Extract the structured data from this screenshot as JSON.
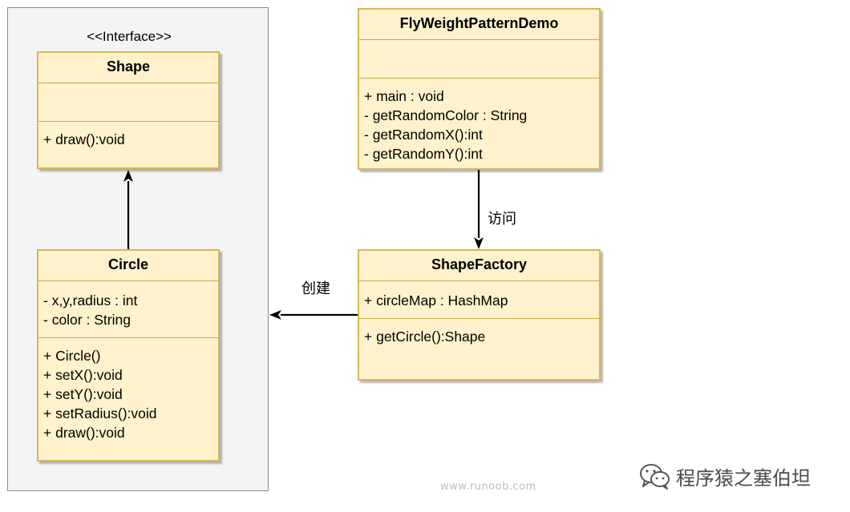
{
  "diagram": {
    "stereotype": "<<Interface>>",
    "classes": {
      "shape": {
        "name": "Shape",
        "attributes": [],
        "methods": [
          "+ draw():void"
        ]
      },
      "circle": {
        "name": "Circle",
        "attributes": [
          "- x,y,radius : int",
          "- color : String"
        ],
        "methods": [
          "+ Circle()",
          "+ setX():void",
          "+ setY():void",
          "+ setRadius():void",
          "+ draw():void"
        ]
      },
      "demo": {
        "name": "FlyWeightPatternDemo",
        "attributes": [],
        "methods": [
          "+ main : void",
          "- getRandomColor : String",
          "- getRandomX():int",
          "- getRandomY():int"
        ]
      },
      "factory": {
        "name": "ShapeFactory",
        "attributes": [
          "+ circleMap : HashMap"
        ],
        "methods": [
          "+ getCircle():Shape"
        ]
      }
    },
    "edges": {
      "access_label": "访问",
      "create_label": "创建"
    }
  },
  "watermark": {
    "site": "www.runoob.com",
    "brand": "程序猿之塞伯坦",
    "icon": "wechat-icon"
  },
  "colors": {
    "class_fill": "#fff2cc",
    "class_border": "#d6b656",
    "group_fill": "#f4f4f4",
    "group_border": "#8c8c8c"
  }
}
